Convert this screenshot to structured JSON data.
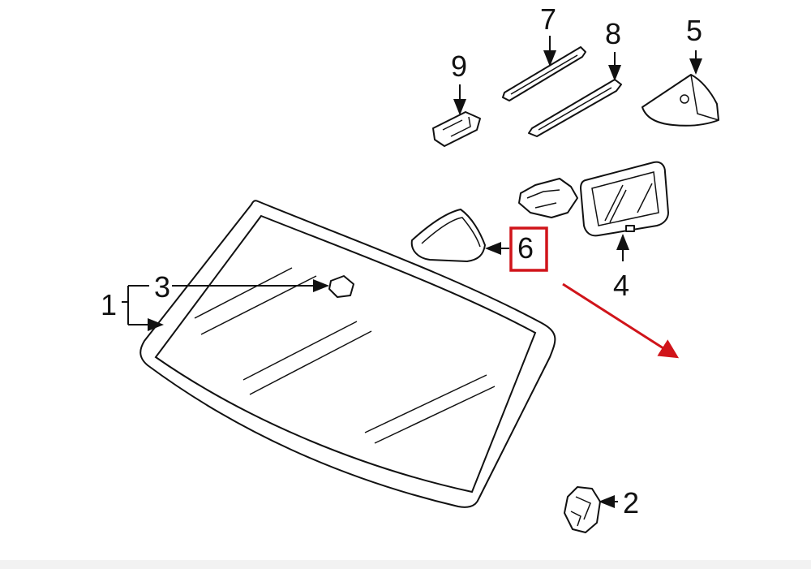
{
  "diagram": {
    "callouts": [
      {
        "id": "1",
        "label": "1"
      },
      {
        "id": "2",
        "label": "2"
      },
      {
        "id": "3",
        "label": "3"
      },
      {
        "id": "4",
        "label": "4"
      },
      {
        "id": "5",
        "label": "5"
      },
      {
        "id": "6",
        "label": "6"
      },
      {
        "id": "7",
        "label": "7"
      },
      {
        "id": "8",
        "label": "8"
      },
      {
        "id": "9",
        "label": "9"
      }
    ],
    "highlight": {
      "callout": "6",
      "color": "#d0141a"
    },
    "pointer_arrow_color": "#d0141a",
    "line_color": "#111111"
  }
}
